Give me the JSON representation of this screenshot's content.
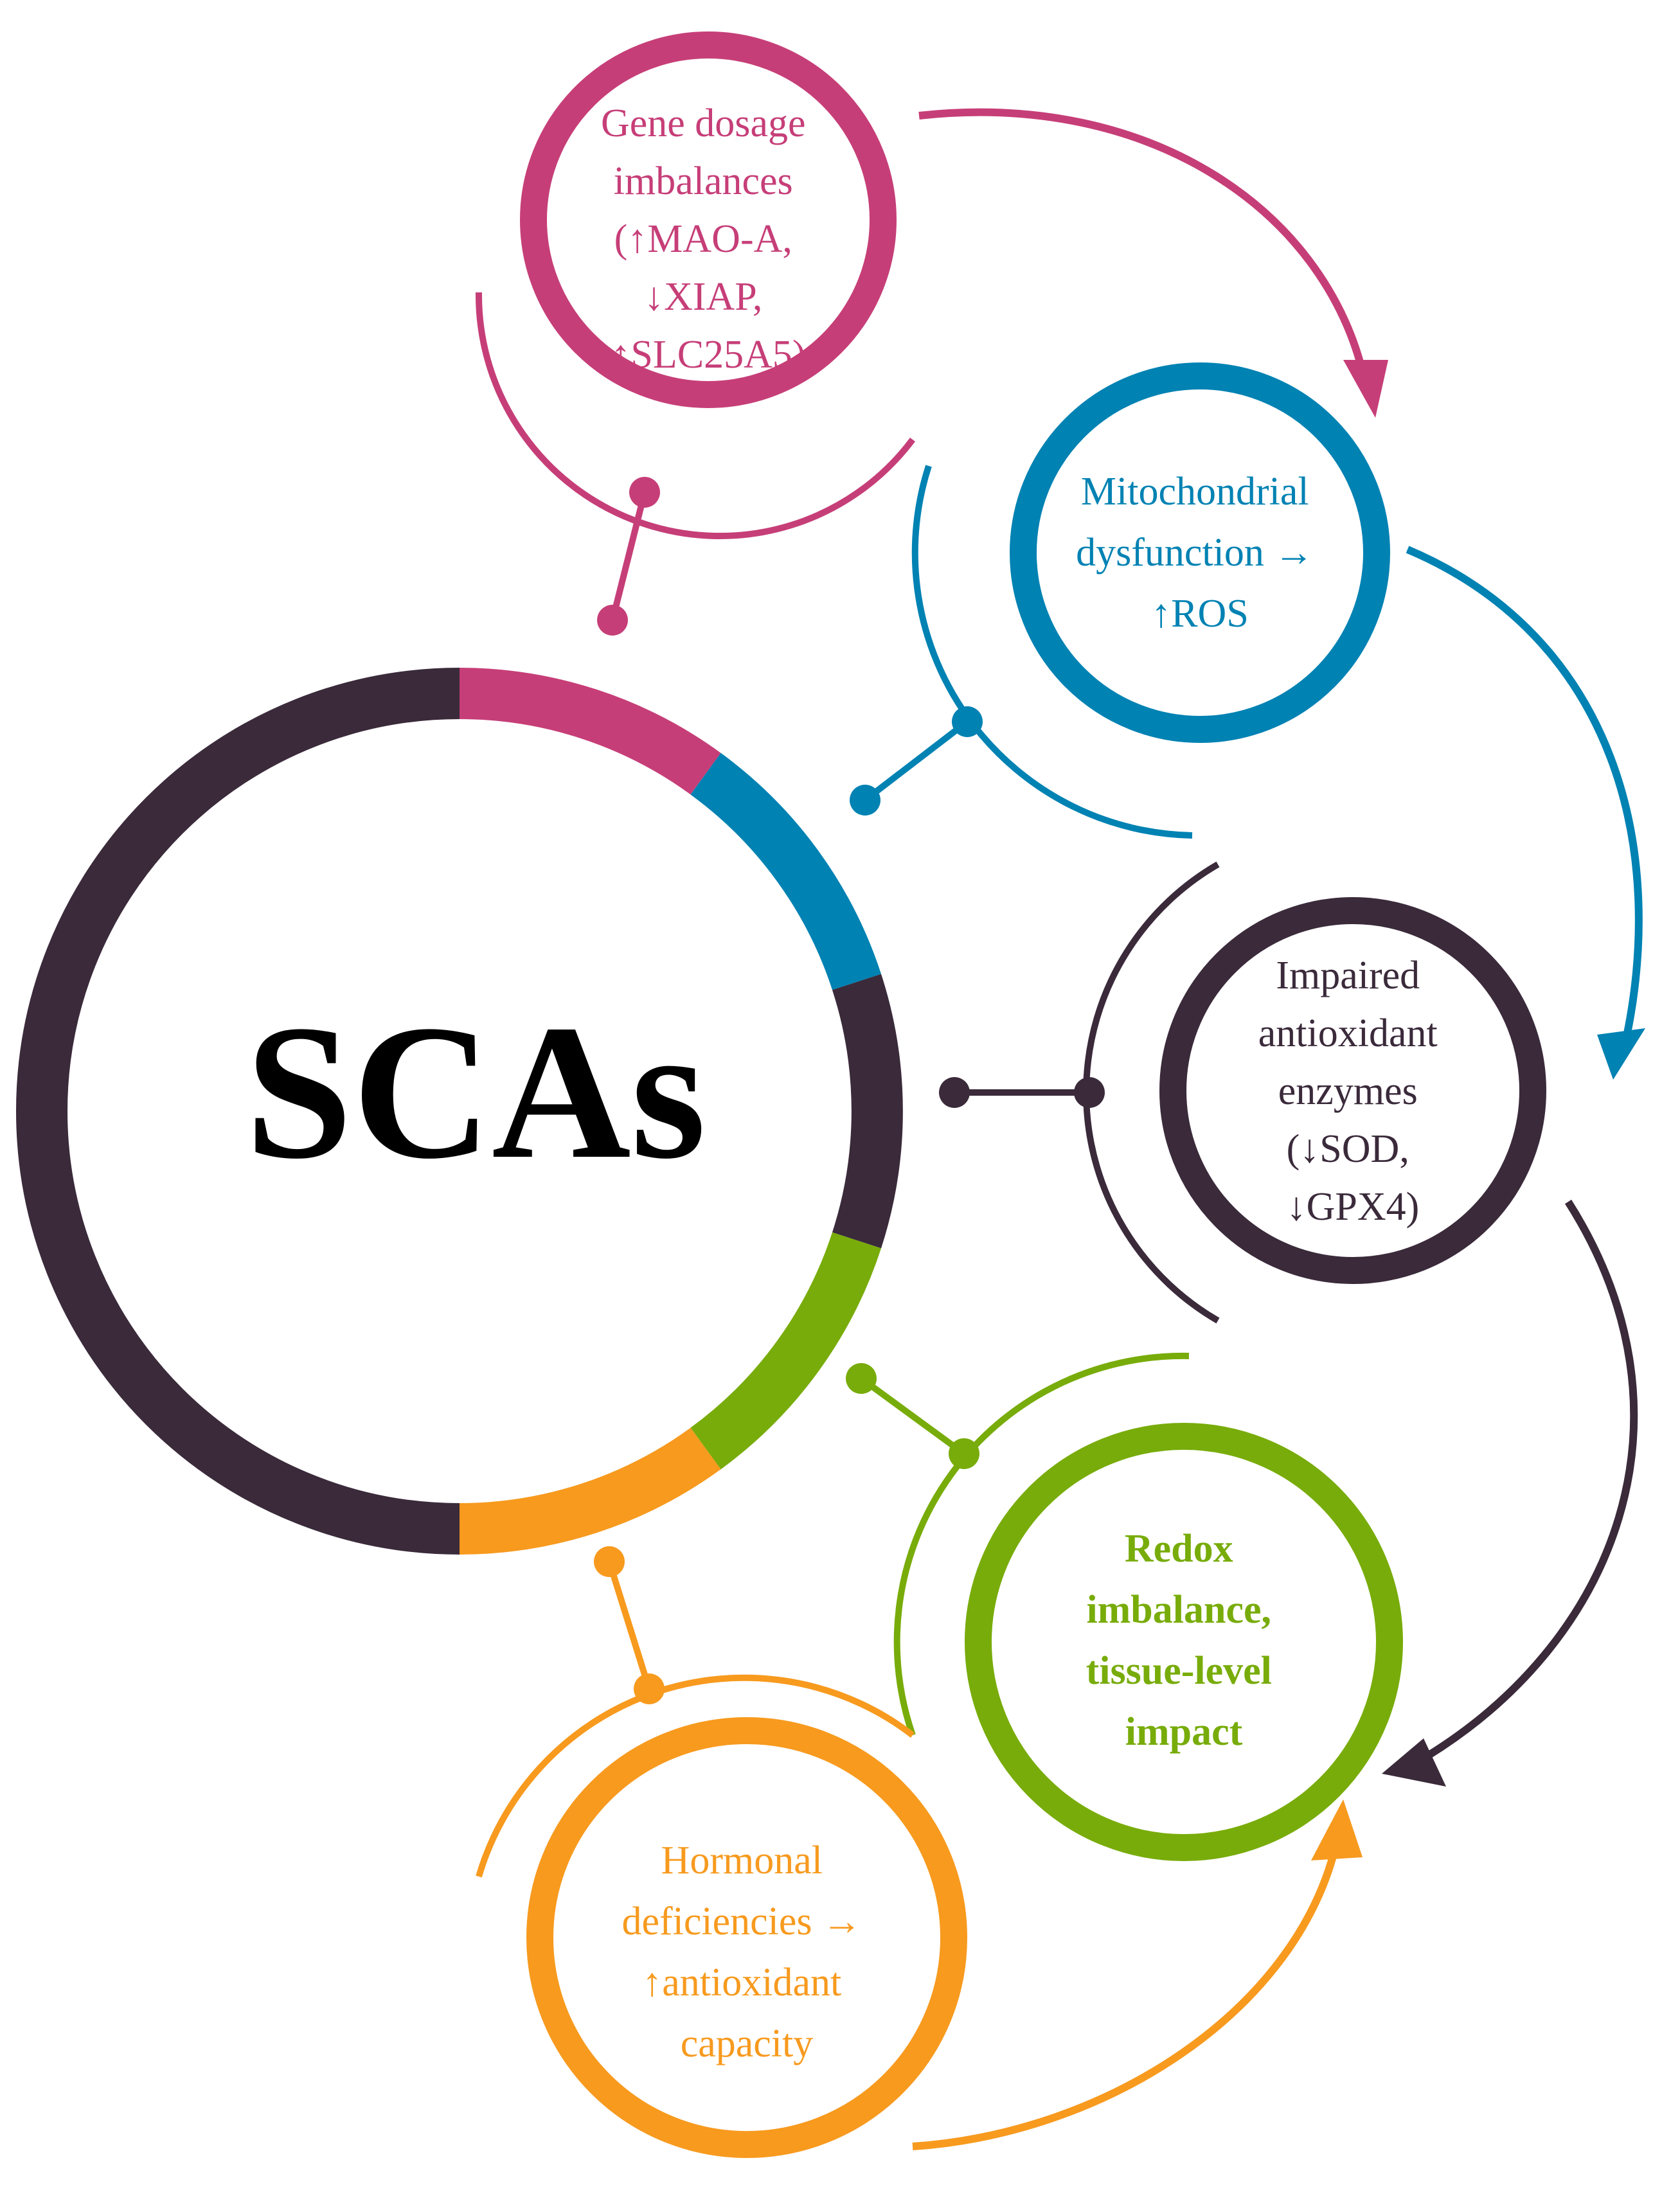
{
  "center": {
    "title": "SCAs"
  },
  "nodes": [
    {
      "id": "gene",
      "color": "#C63E78",
      "bold": false,
      "lines": [
        "Gene dosage",
        "imbalances",
        "(↑MAO-A,",
        "↓XIAP,",
        "↑SLC25A5)"
      ]
    },
    {
      "id": "mito",
      "color": "#0082B3",
      "bold": false,
      "lines": [
        "Mitochondrial",
        "dysfunction →",
        "↑ROS"
      ]
    },
    {
      "id": "antiox",
      "color": "#3A2A3A",
      "bold": false,
      "lines": [
        "Impaired",
        "antioxidant",
        "enzymes",
        "(↓SOD,",
        "↓GPX4)"
      ]
    },
    {
      "id": "redox",
      "color": "#78AC0A",
      "bold": true,
      "lines": [
        "Redox",
        "imbalance,",
        "tissue-level",
        "impact"
      ]
    },
    {
      "id": "hormone",
      "color": "#F79A1E",
      "bold": false,
      "lines": [
        "Hormonal",
        "deficiencies →",
        "↑antioxidant",
        "capacity"
      ]
    }
  ],
  "colors": {
    "dark": "#3A2A3A",
    "magenta": "#C63E78",
    "blue": "#0082B3",
    "green": "#78AC0A",
    "orange": "#F79A1E"
  }
}
